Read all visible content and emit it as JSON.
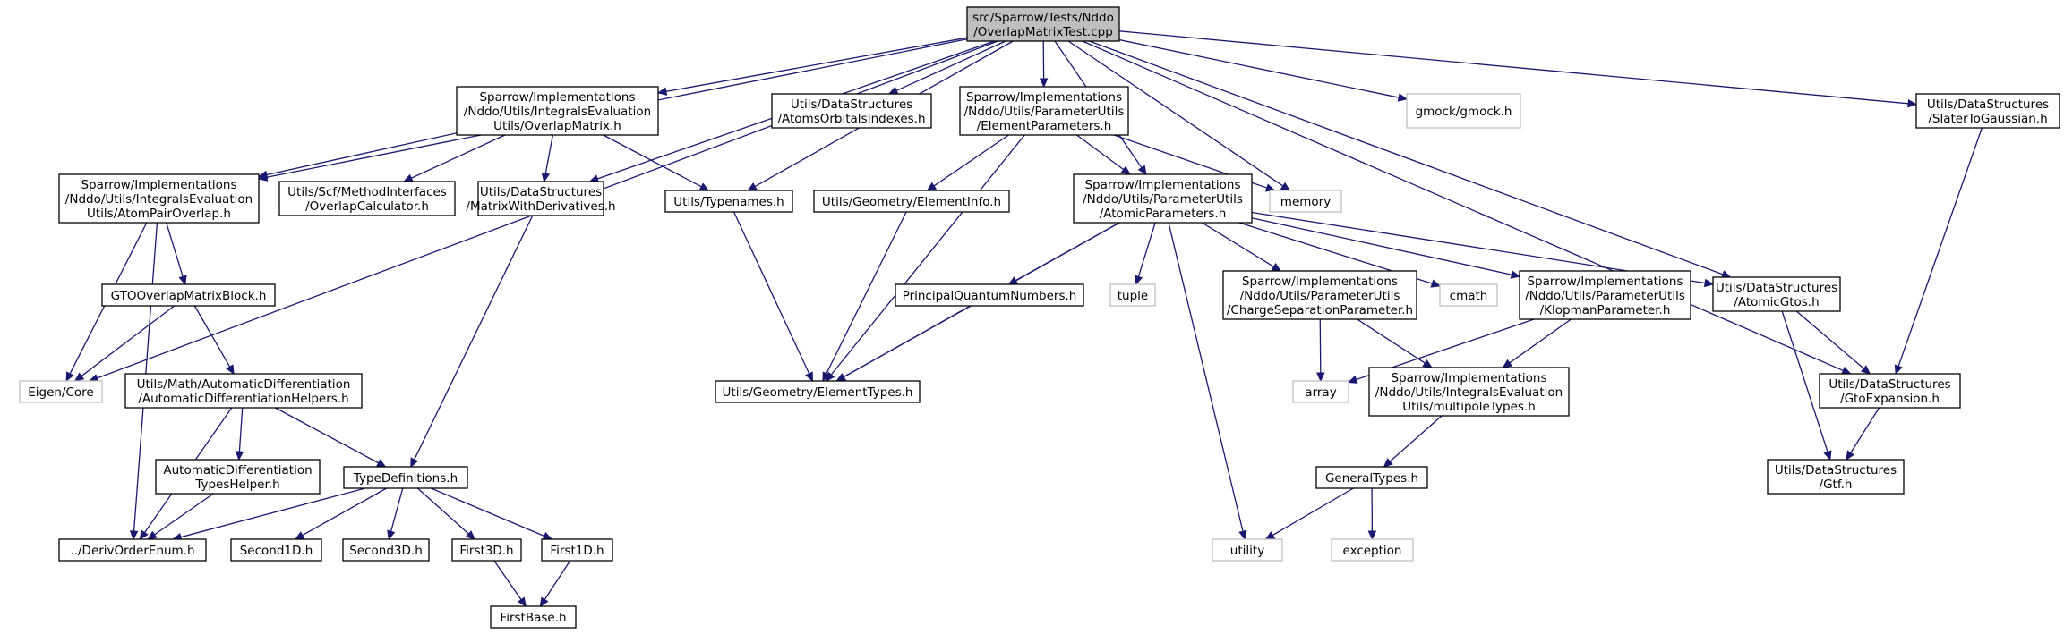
{
  "graph": {
    "nodes": [
      {
        "id": "root",
        "lines": [
          "src/Sparrow/Tests/Nddo",
          "/OverlapMatrixTest.cpp"
        ],
        "kind": "root"
      },
      {
        "id": "ovm",
        "lines": [
          "Sparrow/Implementations",
          "/Nddo/Utils/IntegralsEvaluation",
          "Utils/OverlapMatrix.h"
        ]
      },
      {
        "id": "aoi",
        "lines": [
          "Utils/DataStructures",
          "/AtomsOrbitalsIndexes.h"
        ]
      },
      {
        "id": "elp",
        "lines": [
          "Sparrow/Implementations",
          "/Nddo/Utils/ParameterUtils",
          "/ElementParameters.h"
        ]
      },
      {
        "id": "gmock",
        "lines": [
          "gmock/gmock.h"
        ],
        "kind": "ext"
      },
      {
        "id": "s2g",
        "lines": [
          "Utils/DataStructures",
          "/SlaterToGaussian.h"
        ]
      },
      {
        "id": "apo",
        "lines": [
          "Sparrow/Implementations",
          "/Nddo/Utils/IntegralsEvaluation",
          "Utils/AtomPairOverlap.h"
        ]
      },
      {
        "id": "ovc",
        "lines": [
          "Utils/Scf/MethodInterfaces",
          "/OverlapCalculator.h"
        ]
      },
      {
        "id": "mwd",
        "lines": [
          "Utils/DataStructures",
          "/MatrixWithDerivatives.h"
        ]
      },
      {
        "id": "tyn",
        "lines": [
          "Utils/Typenames.h"
        ]
      },
      {
        "id": "einf",
        "lines": [
          "Utils/Geometry/ElementInfo.h"
        ]
      },
      {
        "id": "atp",
        "lines": [
          "Sparrow/Implementations",
          "/Nddo/Utils/ParameterUtils",
          "/AtomicParameters.h"
        ]
      },
      {
        "id": "mem",
        "lines": [
          "memory"
        ],
        "kind": "ext"
      },
      {
        "id": "gob",
        "lines": [
          "GTOOverlapMatrixBlock.h"
        ]
      },
      {
        "id": "pqn",
        "lines": [
          "PrincipalQuantumNumbers.h"
        ]
      },
      {
        "id": "tup",
        "lines": [
          "tuple"
        ],
        "kind": "ext"
      },
      {
        "id": "csp",
        "lines": [
          "Sparrow/Implementations",
          "/Nddo/Utils/ParameterUtils",
          "/ChargeSeparationParameter.h"
        ]
      },
      {
        "id": "cmath",
        "lines": [
          "cmath"
        ],
        "kind": "ext"
      },
      {
        "id": "klp",
        "lines": [
          "Sparrow/Implementations",
          "/Nddo/Utils/ParameterUtils",
          "/KlopmanParameter.h"
        ]
      },
      {
        "id": "agt",
        "lines": [
          "Utils/DataStructures",
          "/AtomicGtos.h"
        ]
      },
      {
        "id": "eig",
        "lines": [
          "Eigen/Core"
        ],
        "kind": "ext"
      },
      {
        "id": "adh",
        "lines": [
          "Utils/Math/AutomaticDifferentiation",
          "/AutomaticDifferentiationHelpers.h"
        ]
      },
      {
        "id": "elt",
        "lines": [
          "Utils/Geometry/ElementTypes.h"
        ]
      },
      {
        "id": "arr",
        "lines": [
          "array"
        ],
        "kind": "ext"
      },
      {
        "id": "mpt",
        "lines": [
          "Sparrow/Implementations",
          "/Nddo/Utils/IntegralsEvaluation",
          "Utils/multipoleTypes.h"
        ]
      },
      {
        "id": "gtoe",
        "lines": [
          "Utils/DataStructures",
          "/GtoExpansion.h"
        ]
      },
      {
        "id": "adth",
        "lines": [
          "AutomaticDifferentiation",
          "TypesHelper.h"
        ]
      },
      {
        "id": "tdef",
        "lines": [
          "TypeDefinitions.h"
        ]
      },
      {
        "id": "gent",
        "lines": [
          "GeneralTypes.h"
        ]
      },
      {
        "id": "gtf",
        "lines": [
          "Utils/DataStructures",
          "/Gtf.h"
        ]
      },
      {
        "id": "doe",
        "lines": [
          "../DerivOrderEnum.h"
        ]
      },
      {
        "id": "s1d",
        "lines": [
          "Second1D.h"
        ]
      },
      {
        "id": "s3d",
        "lines": [
          "Second3D.h"
        ]
      },
      {
        "id": "f3d",
        "lines": [
          "First3D.h"
        ]
      },
      {
        "id": "f1d",
        "lines": [
          "First1D.h"
        ]
      },
      {
        "id": "util",
        "lines": [
          "utility"
        ],
        "kind": "ext"
      },
      {
        "id": "exc",
        "lines": [
          "exception"
        ],
        "kind": "ext"
      },
      {
        "id": "fb",
        "lines": [
          "FirstBase.h"
        ]
      }
    ],
    "edges": [
      [
        "root",
        "ovm"
      ],
      [
        "root",
        "aoi"
      ],
      [
        "root",
        "elp"
      ],
      [
        "root",
        "gmock"
      ],
      [
        "root",
        "s2g"
      ],
      [
        "root",
        "apo"
      ],
      [
        "root",
        "mwd"
      ],
      [
        "root",
        "tyn"
      ],
      [
        "root",
        "atp"
      ],
      [
        "root",
        "mem"
      ],
      [
        "root",
        "agt"
      ],
      [
        "root",
        "eig"
      ],
      [
        "root",
        "gtoe"
      ],
      [
        "ovm",
        "apo"
      ],
      [
        "ovm",
        "ovc"
      ],
      [
        "ovm",
        "mwd"
      ],
      [
        "ovm",
        "tyn"
      ],
      [
        "elp",
        "einf"
      ],
      [
        "elp",
        "atp"
      ],
      [
        "elp",
        "mem"
      ],
      [
        "elp",
        "elt"
      ],
      [
        "s2g",
        "gtoe"
      ],
      [
        "apo",
        "gob"
      ],
      [
        "apo",
        "eig"
      ],
      [
        "apo",
        "doe"
      ],
      [
        "mwd",
        "tdef"
      ],
      [
        "tyn",
        "elt"
      ],
      [
        "einf",
        "elt"
      ],
      [
        "atp",
        "pqn"
      ],
      [
        "atp",
        "tup"
      ],
      [
        "atp",
        "csp"
      ],
      [
        "atp",
        "cmath"
      ],
      [
        "atp",
        "klp"
      ],
      [
        "atp",
        "agt"
      ],
      [
        "atp",
        "util"
      ],
      [
        "atp",
        "elt"
      ],
      [
        "gob",
        "eig"
      ],
      [
        "gob",
        "adh"
      ],
      [
        "pqn",
        "elt"
      ],
      [
        "csp",
        "arr"
      ],
      [
        "csp",
        "mpt"
      ],
      [
        "klp",
        "arr"
      ],
      [
        "klp",
        "mpt"
      ],
      [
        "agt",
        "gtoe"
      ],
      [
        "agt",
        "gtf"
      ],
      [
        "adh",
        "adth"
      ],
      [
        "adh",
        "tdef"
      ],
      [
        "adh",
        "doe"
      ],
      [
        "mpt",
        "gent"
      ],
      [
        "gtoe",
        "gtf"
      ],
      [
        "adth",
        "doe"
      ],
      [
        "tdef",
        "doe"
      ],
      [
        "tdef",
        "s1d"
      ],
      [
        "tdef",
        "s3d"
      ],
      [
        "tdef",
        "f3d"
      ],
      [
        "tdef",
        "f1d"
      ],
      [
        "gent",
        "util"
      ],
      [
        "gent",
        "exc"
      ],
      [
        "f3d",
        "fb"
      ],
      [
        "f1d",
        "fb"
      ]
    ]
  }
}
